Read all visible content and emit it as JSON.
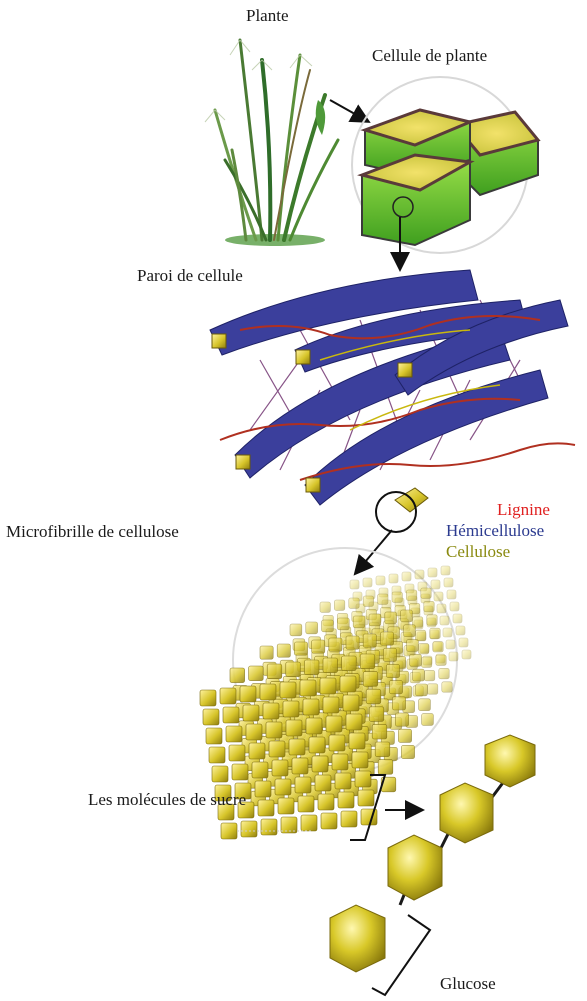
{
  "labels": {
    "plante": "Plante",
    "cellule_de_plante": "Cellule de plante",
    "paroi_de_cellule": "Paroi de cellule",
    "microfibrille": "Microfibrille de cellulose",
    "molecules_sucre": "Les molécules de sucre",
    "glucose": "Glucose"
  },
  "legend": {
    "lignine": "Lignine",
    "hemicellulose": "Hémicellulose",
    "cellulose": "Cellulose"
  },
  "colors": {
    "lignine": "#e02020",
    "hemicellulose": "#2b3a8f",
    "cellulose": "#c9b80e",
    "cell_green": "#7cd13a",
    "fibril_blue": "#3b3f9c",
    "glucose_yellow": "#d8c828"
  },
  "icons": {
    "plant": "grass-plant-illustration",
    "cells": "plant-cells-illustration",
    "cell_wall": "cell-wall-fibers-illustration",
    "microfibril": "cellulose-microfibril-illustration",
    "glucose_chain": "glucose-chain-illustration"
  }
}
